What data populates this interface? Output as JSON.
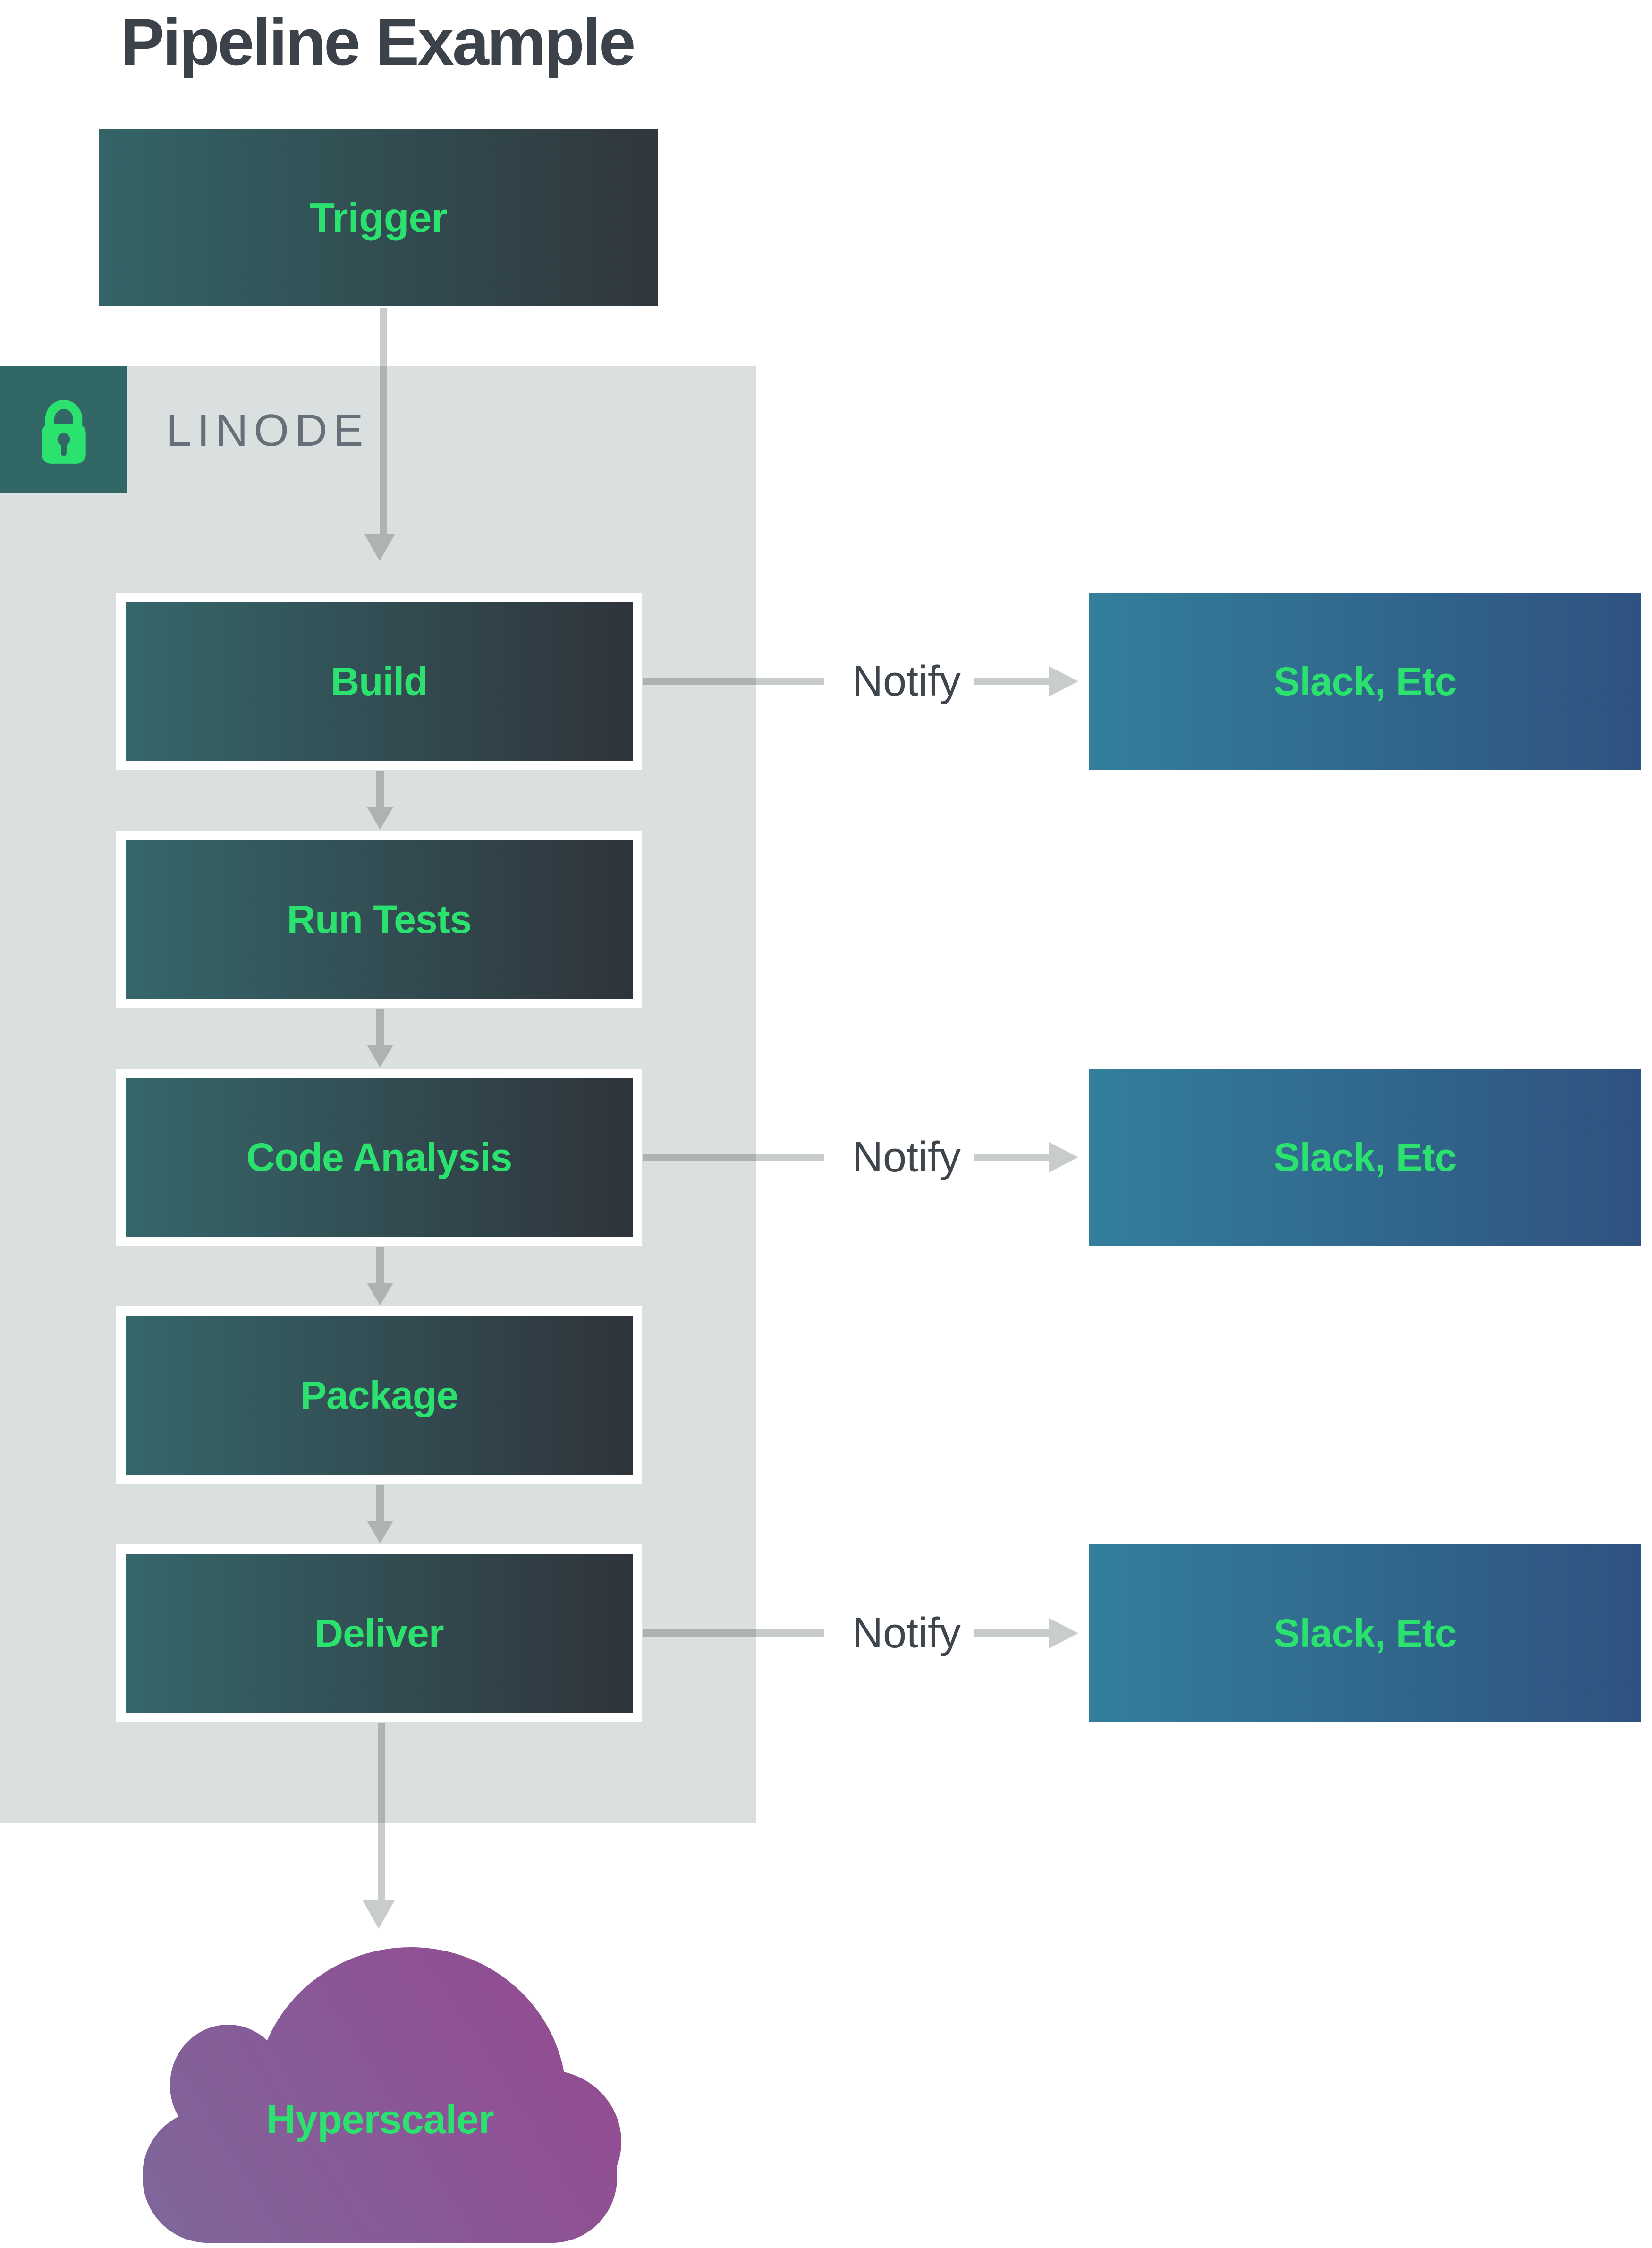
{
  "title": "Pipeline Example",
  "provider": {
    "name": "LINODE",
    "icon": "lock-icon"
  },
  "trigger": {
    "label": "Trigger"
  },
  "stages": [
    {
      "label": "Build",
      "notifies": true
    },
    {
      "label": "Run Tests",
      "notifies": false
    },
    {
      "label": "Code Analysis",
      "notifies": true
    },
    {
      "label": "Package",
      "notifies": false
    },
    {
      "label": "Deliver",
      "notifies": true
    }
  ],
  "notify": {
    "label": "Notify",
    "target": "Slack, Etc"
  },
  "destination": {
    "label": "Hyperscaler",
    "shape": "cloud"
  },
  "colors": {
    "title_text": "#3b4249",
    "accent_green": "#2be26e",
    "stage_gradient_left": "#35676b",
    "stage_gradient_right": "#2f343b",
    "slack_gradient_left": "#337f9b",
    "slack_gradient_right": "#2f5280",
    "container_background": "#dae0df",
    "badge_background": "#316866",
    "provider_text": "#667078",
    "notify_text": "#3e454c",
    "arrow_gray": "#c9cccc",
    "cloud_gradient_left": "#7e689a",
    "cloud_gradient_right": "#97498f"
  }
}
